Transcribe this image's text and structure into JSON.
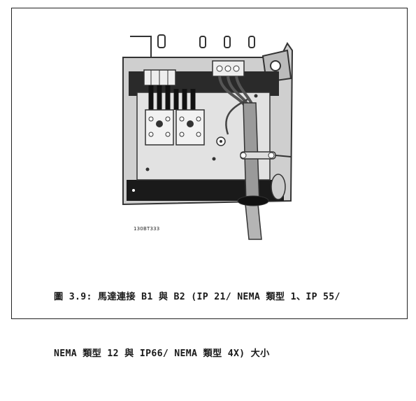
{
  "figure": {
    "code": "130BT333",
    "icon_name": "motor-connection-illustration"
  },
  "caption": {
    "line1": "圖 3.9: 馬達連接 B1 與 B2 (IP 21/ NEMA 類型 1、IP 55/",
    "line2": "NEMA 類型 12 與 IP66/ NEMA 類型 4X) 大小"
  }
}
